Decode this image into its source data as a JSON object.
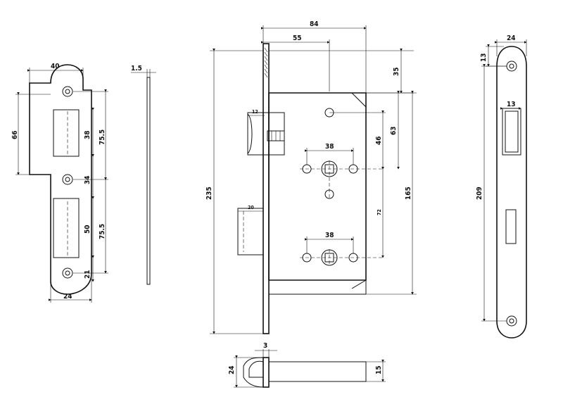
{
  "strike_plate": {
    "width": "40",
    "height_upper": "66",
    "slot_upper": "38",
    "dist_upper": "75.5",
    "gap": "34",
    "slot_lower": "50",
    "dist_lower": "75.5",
    "bottom": "21",
    "base_width": "24"
  },
  "thickness_view": {
    "thickness": "1.5"
  },
  "lock_body": {
    "overall_width": "84",
    "backset": "55",
    "top_offset": "35",
    "total_height": "235",
    "dist_handle_top": "63",
    "dist_46": "46",
    "height_165": "165",
    "center_distance": "72",
    "spindle_spacing_top": "38",
    "spindle_spacing_bottom": "38",
    "deadbolt_width": "12",
    "latch_width": "20"
  },
  "bottom_view": {
    "thickness": "3",
    "depth": "24",
    "bolt": "15"
  },
  "faceplate": {
    "width": "24",
    "top_hole": "13",
    "slot_width": "13",
    "length": "209"
  }
}
